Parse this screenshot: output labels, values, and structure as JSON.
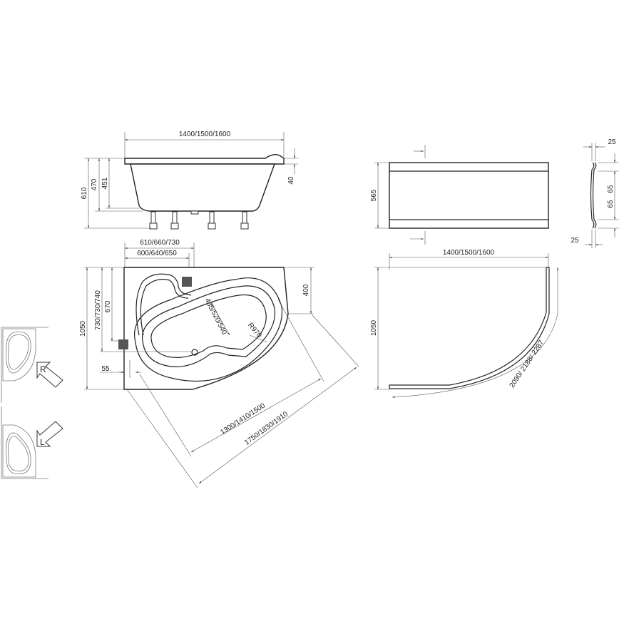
{
  "side_view": {
    "length": "1400/1500/1600",
    "height_total": "610",
    "height_rim": "470",
    "depth": "451",
    "rim_thickness": "40"
  },
  "plan_view": {
    "width_outer": "610/660/730",
    "width_inner": "600/640/650",
    "depth_total": "1050",
    "depth_1": "730/730/740",
    "depth_2": "670",
    "chamfer": "400",
    "offset": "55",
    "basin_width": "485/520/540",
    "radius": "R970",
    "diag_inner": "1300/1410/1500",
    "diag_outer": "1750/1830/1910"
  },
  "front_panel": {
    "height": "565"
  },
  "profile": {
    "top": "25",
    "mid_1": "65",
    "mid_2": "65",
    "bottom": "25"
  },
  "corner_panel": {
    "length": "1400/1500/1600",
    "depth": "1050",
    "arc_length": "2090/ 2188/ 2287"
  },
  "variants": {
    "right": "R",
    "left": "L"
  }
}
